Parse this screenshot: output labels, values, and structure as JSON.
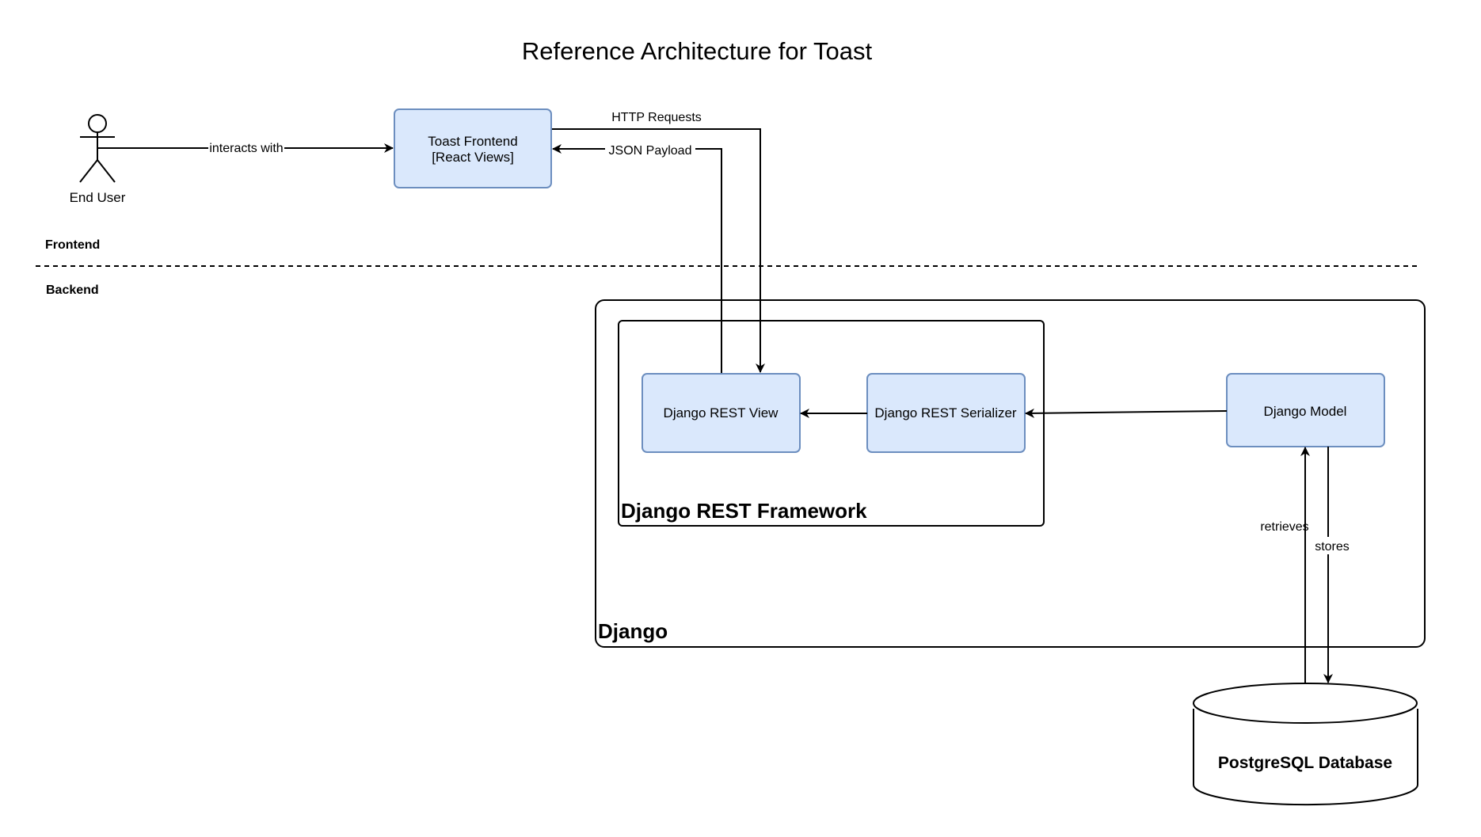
{
  "title": "Reference Architecture for Toast",
  "zones": {
    "frontend": "Frontend",
    "backend": "Backend"
  },
  "actor": {
    "label": "End User"
  },
  "nodes": {
    "frontend_app": {
      "line1": "Toast Frontend",
      "line2": "[React Views]"
    },
    "rest_view": "Django REST View",
    "rest_serializer": "Django REST Serializer",
    "model": "Django Model",
    "database": "PostgreSQL Database"
  },
  "containers": {
    "drf": "Django REST Framework",
    "django": "Django"
  },
  "edges": {
    "interacts_with": "interacts with",
    "http_requests": "HTTP Requests",
    "json_payload": "JSON Payload",
    "retrieves": "retrieves",
    "stores": "stores"
  },
  "colors": {
    "node_fill": "#dae8fc",
    "node_stroke": "#6c8ebf",
    "line": "#000000"
  }
}
